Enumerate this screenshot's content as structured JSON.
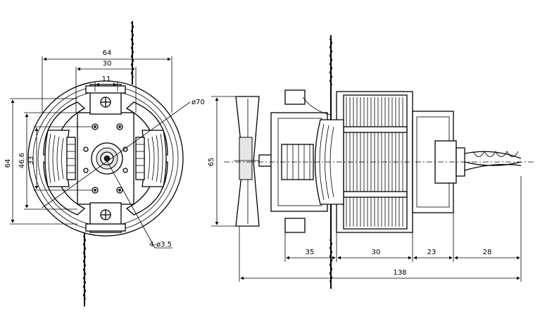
{
  "front_view": {
    "dims": {
      "width_outer": "64",
      "width_mid": "30",
      "width_slot": "11",
      "diameter": "ø70",
      "height_outer": "64",
      "height_mid": "46.6",
      "height_inner": "33",
      "holes": "4-ø3.5"
    }
  },
  "side_view": {
    "dims": {
      "fan_height": "65",
      "seg_fan": "35",
      "seg_stator": "30",
      "seg_bracket": "23",
      "seg_shaft": "28",
      "total_length": "138"
    }
  }
}
